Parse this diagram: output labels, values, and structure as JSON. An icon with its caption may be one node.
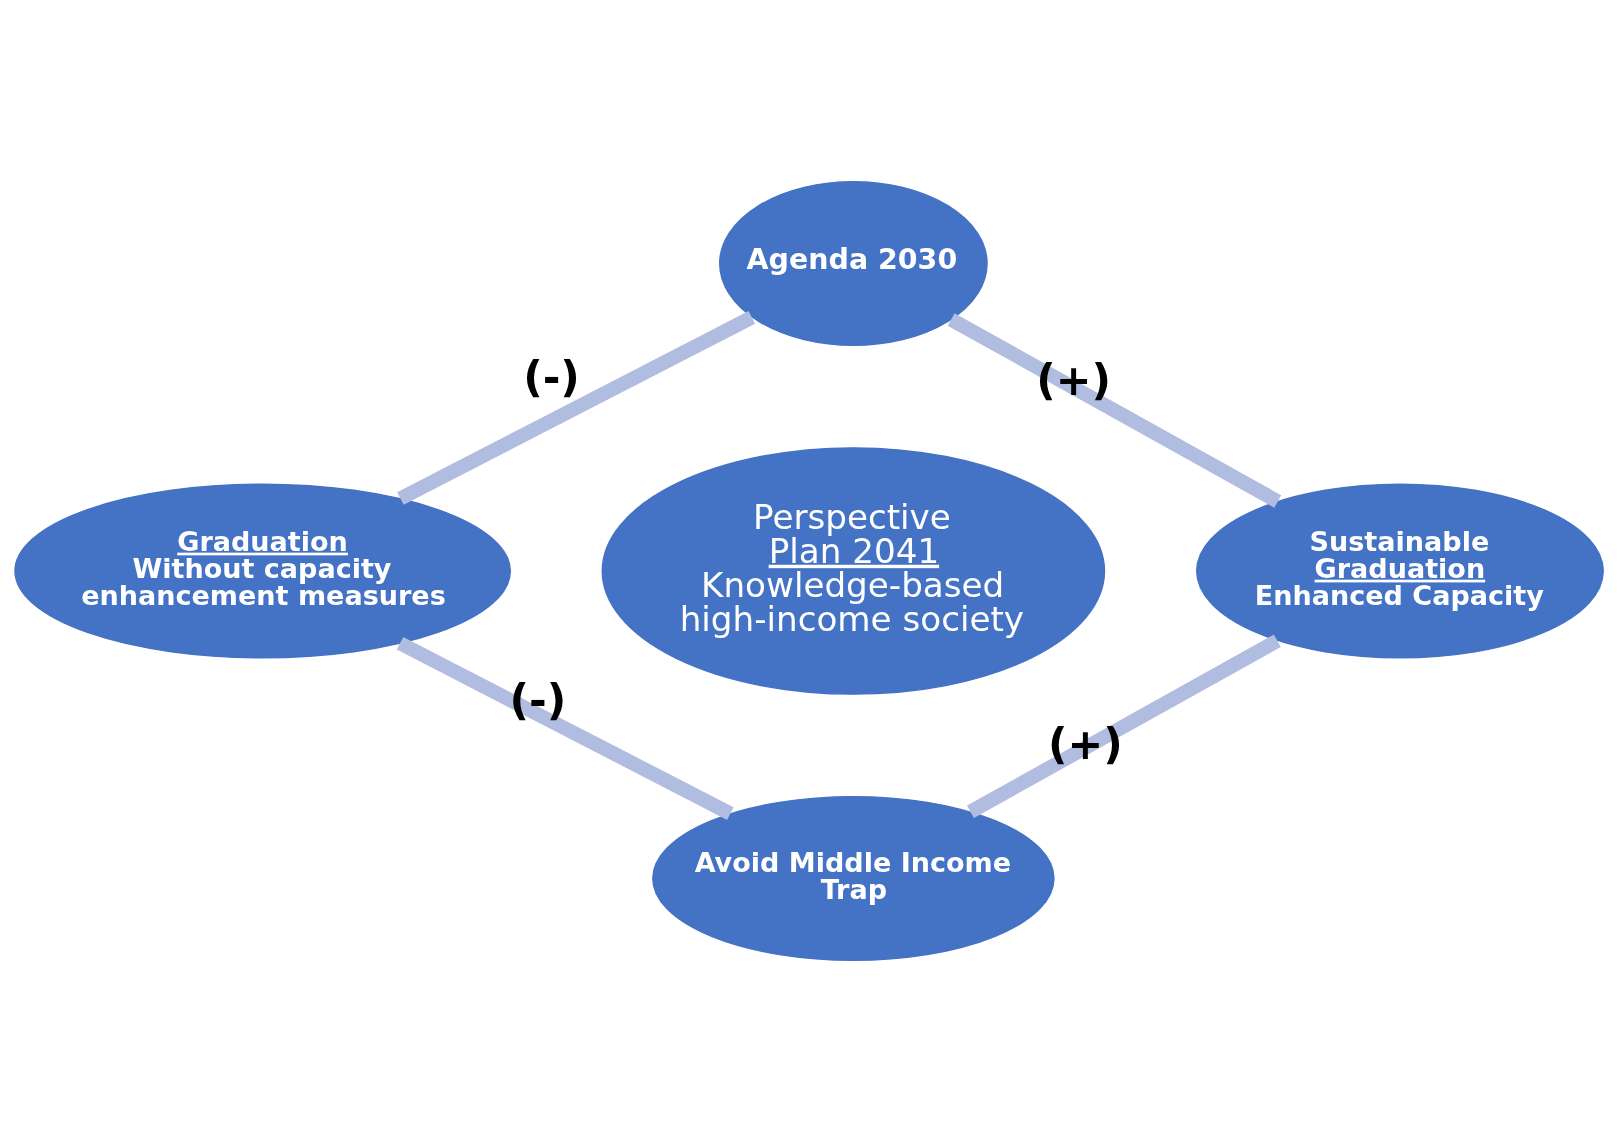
{
  "diagram": {
    "nodes": [
      {
        "text": [
          "Agenda 2030"
        ]
      },
      {
        "text": [
          "Graduation",
          "Without capacity enhancement measures"
        ]
      },
      {
        "text": [
          "Perspective",
          "Plan 2041",
          "Knowledge-based high-income society"
        ]
      },
      {
        "text": [
          "Sustainable",
          "Graduation",
          "Enhanced Capacity"
        ]
      },
      {
        "text": [
          "Avoid Middle Income Trap"
        ]
      }
    ],
    "edges": [
      {
        "from": 0,
        "to": 1,
        "arrow": "none",
        "label": "(-)"
      },
      {
        "from": 0,
        "to": 3,
        "arrow": "none",
        "label": "(+)"
      },
      {
        "from": 1,
        "to": 4,
        "arrow": "none",
        "label": "(-)"
      },
      {
        "from": 3,
        "to": 4,
        "arrow": "none",
        "label": "(+)"
      }
    ]
  }
}
